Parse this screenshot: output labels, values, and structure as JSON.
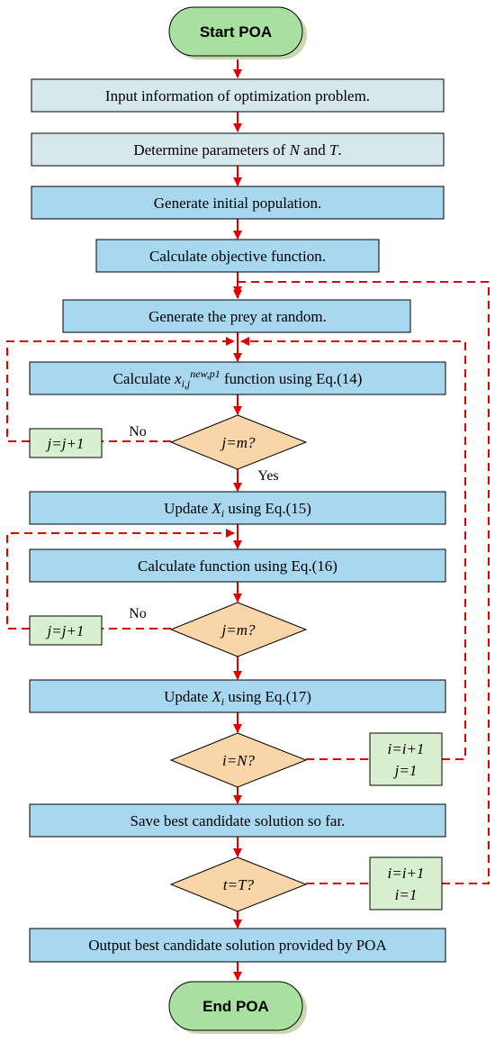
{
  "colors": {
    "terminal_fill": "#a8e0a0",
    "terminal_shadow": "#c8d8b0",
    "gray_box_fill": "#d6e8ec",
    "blue_box_fill": "#a8d8f0",
    "decision_fill": "#f8d6a8",
    "green_box_fill": "#d8f0d0",
    "arrow": "#e00000",
    "border": "#000000"
  },
  "nodes": {
    "start": "Start POA",
    "input_info": "Input information of optimization problem.",
    "determine_params": {
      "prefix": "Determine parameters of ",
      "n": "N",
      "and": " and ",
      "t": "T",
      "suffix": "."
    },
    "generate_population": "Generate initial population.",
    "calc_objective": "Calculate objective function.",
    "generate_prey": "Generate the prey at random.",
    "calc_x_phase1": {
      "prefix": "Calculate ",
      "var": "x",
      "sub": "i,j",
      "sup": "new,p1",
      "suffix": " function using Eq.(14)"
    },
    "decision1": "j=m?",
    "increment1": "j=j+1",
    "label_no1": "No",
    "label_yes1": "Yes",
    "update_xi_15": {
      "prefix": "Update ",
      "var": "X",
      "sub": "i",
      "suffix": " using Eq.(15)"
    },
    "calc_func_16": "Calculate function using Eq.(16)",
    "decision2": "j=m?",
    "increment2": "j=j+1",
    "label_no2": "No",
    "update_xi_17": {
      "prefix": "Update ",
      "var": "X",
      "sub": "i",
      "suffix": " using Eq.(17)"
    },
    "decision3": "i=N?",
    "increment3": {
      "line1": "i=i+1",
      "line2": "j=1"
    },
    "save_best": "Save best candidate solution so far.",
    "decision4": "t=T?",
    "increment4": {
      "line1": "i=i+1",
      "line2": "i=1"
    },
    "output_best": "Output best candidate solution provided by POA",
    "end": "End POA"
  }
}
